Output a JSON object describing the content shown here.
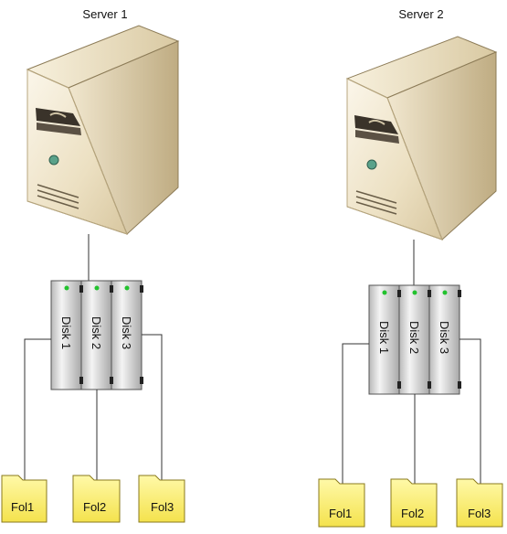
{
  "diagram": {
    "servers": [
      {
        "label": "Server 1",
        "disks": [
          "Disk 1",
          "Disk 2",
          "Disk 3"
        ],
        "folders": [
          "Fol1",
          "Fol2",
          "Fol3"
        ]
      },
      {
        "label": "Server 2",
        "disks": [
          "Disk 1",
          "Disk 2",
          "Disk 3"
        ],
        "folders": [
          "Fol1",
          "Fol2",
          "Fol3"
        ]
      }
    ]
  },
  "colors": {
    "server_body": "#efe4c9",
    "server_side": "#c9b890",
    "disk_body": "#d9d9d9",
    "led": "#22c22e",
    "folder": "#fff58a",
    "line": "#333333"
  }
}
